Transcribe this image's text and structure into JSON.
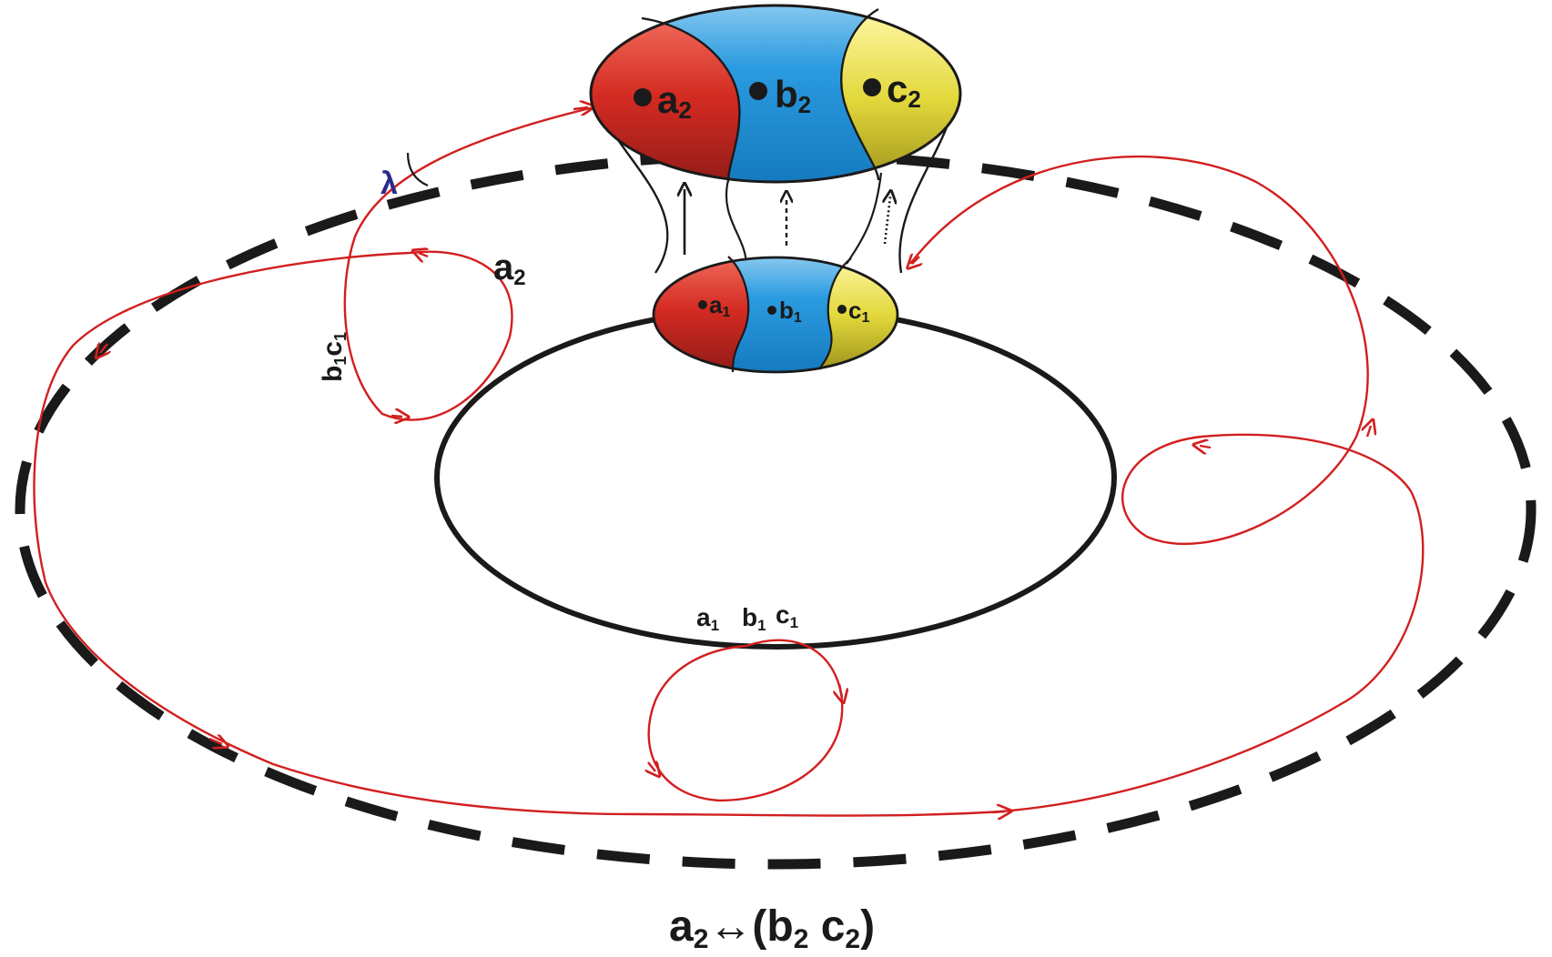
{
  "colors": {
    "red": "#c8251f",
    "blue": "#1e8fd6",
    "yellow": "#e3d83a",
    "trajectory": "#d21f1f",
    "outline": "#1a1a1a",
    "lambda": "#2a2a8a"
  },
  "upper_blob": {
    "a": {
      "letter": "a",
      "sub": "2"
    },
    "b": {
      "letter": "b",
      "sub": "2"
    },
    "c": {
      "letter": "c",
      "sub": "2"
    }
  },
  "lower_blob": {
    "a": {
      "letter": "a",
      "sub": "1"
    },
    "b": {
      "letter": "b",
      "sub": "1"
    },
    "c": {
      "letter": "c",
      "sub": "1"
    }
  },
  "labels": {
    "lambda": "λ",
    "loop_left_outer": {
      "letter": "a",
      "sub": "2"
    },
    "loop_left_inner_b": {
      "letter": "b",
      "sub": "1"
    },
    "loop_left_inner_c": {
      "letter": "c",
      "sub": "1"
    },
    "bottom_a": {
      "letter": "a",
      "sub": "1"
    },
    "bottom_b": {
      "letter": "b",
      "sub": "1"
    },
    "bottom_c": {
      "letter": "c",
      "sub": "1"
    }
  },
  "caption": {
    "a": "a",
    "a_sub": "2",
    "arrow": "↔",
    "open": "(b",
    "b_sub": "2",
    "c": " c",
    "c_sub": "2",
    "close": ")"
  }
}
